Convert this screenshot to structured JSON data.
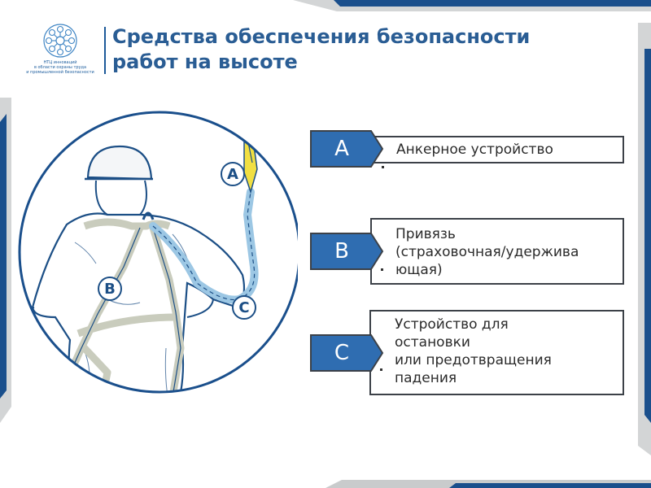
{
  "logo": {
    "icon": "network-circle-logo-icon",
    "caption_lines": [
      "НТЦ инноваций",
      "в области охраны труда",
      "и промышленной безопасности"
    ]
  },
  "title": {
    "line1": "Средства обеспечения безопасности",
    "line2": "работ на высоте"
  },
  "illustration": {
    "icon": "worker-harness-illustration-icon",
    "markers": [
      "A",
      "B",
      "C"
    ]
  },
  "items": [
    {
      "letter": "A",
      "lines": [
        "Анкерное устройство"
      ]
    },
    {
      "letter": "B",
      "lines": [
        "Привязь",
        "(страховочная/удержива",
        "ющая)"
      ]
    },
    {
      "letter": "C",
      "lines": [
        "Устройство для",
        "остановки",
        "или предотвращения",
        "падения"
      ]
    }
  ],
  "colors": {
    "navy": "#1a4f8c",
    "badge_blue": "#2f6db1",
    "frame_gray": "#c9cbcc",
    "title_blue": "#2a5d94",
    "lanyard_blue": "#9cc7e4",
    "anchor_yellow": "#f1df42"
  }
}
